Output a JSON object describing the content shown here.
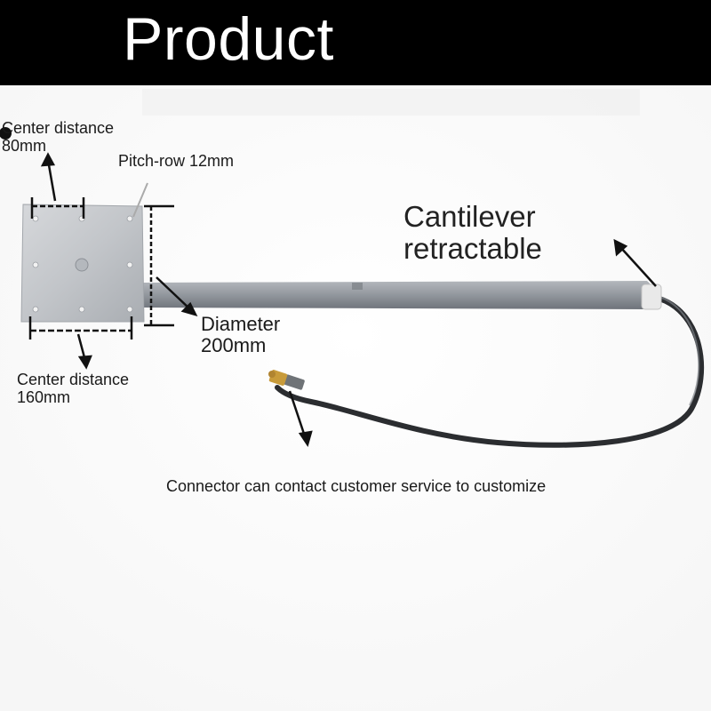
{
  "header": {
    "title": "Product",
    "background": "#000000",
    "text_color": "#ffffff"
  },
  "photo": {
    "plate_color": "#c4c7cb",
    "rod_color": "#8e939a",
    "cable_color": "#2b2d30",
    "connector_color": "#c89b3a"
  },
  "annotations": {
    "center_distance_80": "Center distance\n80mm",
    "pitch_row": "Pitch-row 12mm",
    "cantilever": "Cantilever\nretractable",
    "diameter": "Diameter\n200mm",
    "center_distance_160": "Center distance\n160mm",
    "connector": "Connector can contact customer service to customize"
  }
}
